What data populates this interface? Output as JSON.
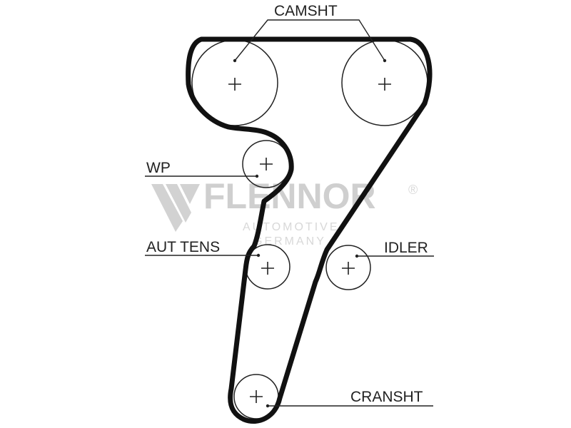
{
  "labels": {
    "camshaft": "CAMSHT",
    "water_pump": "WP",
    "auto_tensioner": "AUT TENS",
    "idler": "IDLER",
    "crankshaft": "CRANSHT"
  },
  "watermark": {
    "brand": "FLENNOR",
    "registered": "®",
    "line1": "AUTOMOTIVE",
    "line2": "GERMANY"
  },
  "colors": {
    "belt": "#111111",
    "pulley": "#222222",
    "watermark": "#cfcfcf",
    "background": "#ffffff"
  }
}
